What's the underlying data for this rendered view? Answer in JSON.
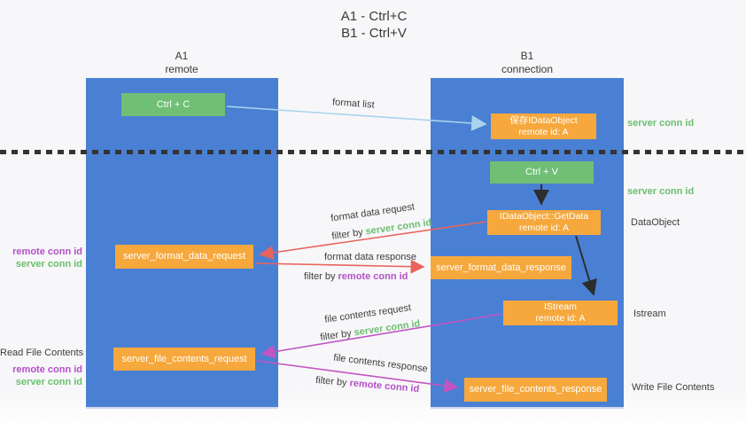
{
  "title": {
    "line1": "A1 - Ctrl+C",
    "line2": "B1 - Ctrl+V"
  },
  "columns": {
    "a1": {
      "name": "A1",
      "subtitle": "remote"
    },
    "b1": {
      "name": "B1",
      "subtitle": "connection"
    }
  },
  "nodes": {
    "ctrl_c": {
      "label": "Ctrl + C"
    },
    "save_idataobject": {
      "line1": "保存IDataObject",
      "line2": "remote id: A"
    },
    "ctrl_v": {
      "label": "Ctrl + V"
    },
    "getdata": {
      "line1": "IDataObject::GetData",
      "line2": "remote id: A"
    },
    "istream": {
      "line1": "IStream",
      "line2": "remote id: A"
    },
    "format_request": {
      "label": "server_format_data_request"
    },
    "format_response": {
      "label": "server_format_data_response"
    },
    "file_request": {
      "label": "server_file_contents_request"
    },
    "file_response": {
      "label": "server_file_contents_response"
    }
  },
  "flow_labels": {
    "format_list": "format list",
    "format_data_request": "format data request",
    "format_data_response": "format data response",
    "file_contents_request": "file contents request",
    "file_contents_response": "file contents response",
    "filter_by": "filter by",
    "server_conn_id": "server conn id",
    "remote_conn_id": "remote conn id"
  },
  "side_labels": {
    "right": {
      "server_conn_id_top": "server conn id",
      "server_conn_id_mid": "server conn id",
      "dataobject": "DataObject",
      "istream": "Istream",
      "write_file_contents": "Write File Contents"
    },
    "left": {
      "remote_conn_id_1": "remote conn id",
      "server_conn_id_1": "server conn id",
      "read_file_contents": "Read File Contents",
      "remote_conn_id_2": "remote conn id",
      "server_conn_id_2": "server conn id"
    }
  },
  "colors": {
    "column_blue": "#4a80d3",
    "node_green": "#6fbf75",
    "node_orange": "#f6a83d",
    "label_green": "#6abf6e",
    "label_purple": "#b44fc8",
    "arrow_red": "#e8645c",
    "arrow_magenta": "#c155c1",
    "arrow_light_blue": "#aad4ee",
    "arrow_black": "#2d2d2d",
    "divider_black": "#333333"
  }
}
